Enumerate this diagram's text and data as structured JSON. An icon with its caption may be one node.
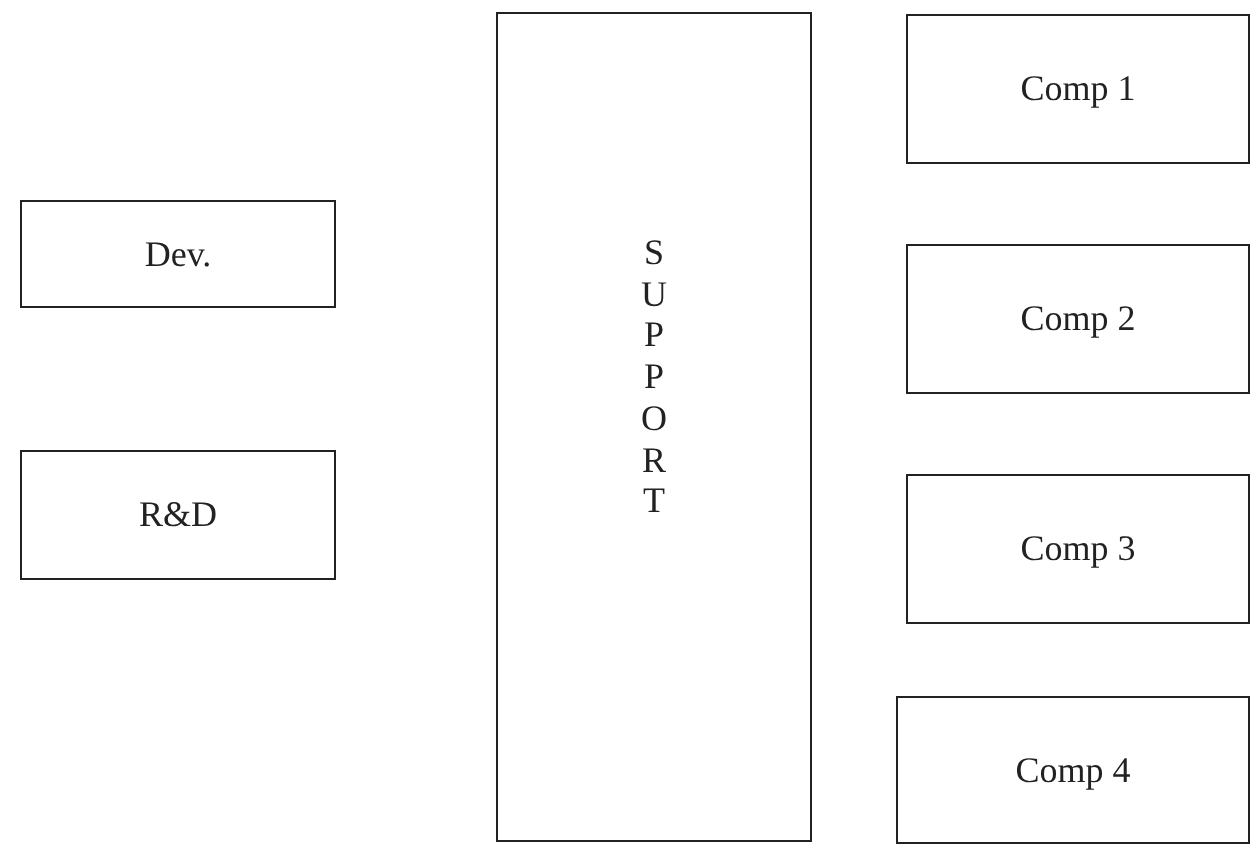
{
  "diagram": {
    "nodes": [
      {
        "text": [
          "Dev."
        ]
      },
      {
        "text": [
          "R&D"
        ]
      },
      {
        "text": [
          "SUPPORT"
        ]
      },
      {
        "text": [
          "Comp 1"
        ]
      },
      {
        "text": [
          "Comp 2"
        ]
      },
      {
        "text": [
          "Comp 3"
        ]
      },
      {
        "text": [
          "Comp 4"
        ]
      }
    ]
  }
}
